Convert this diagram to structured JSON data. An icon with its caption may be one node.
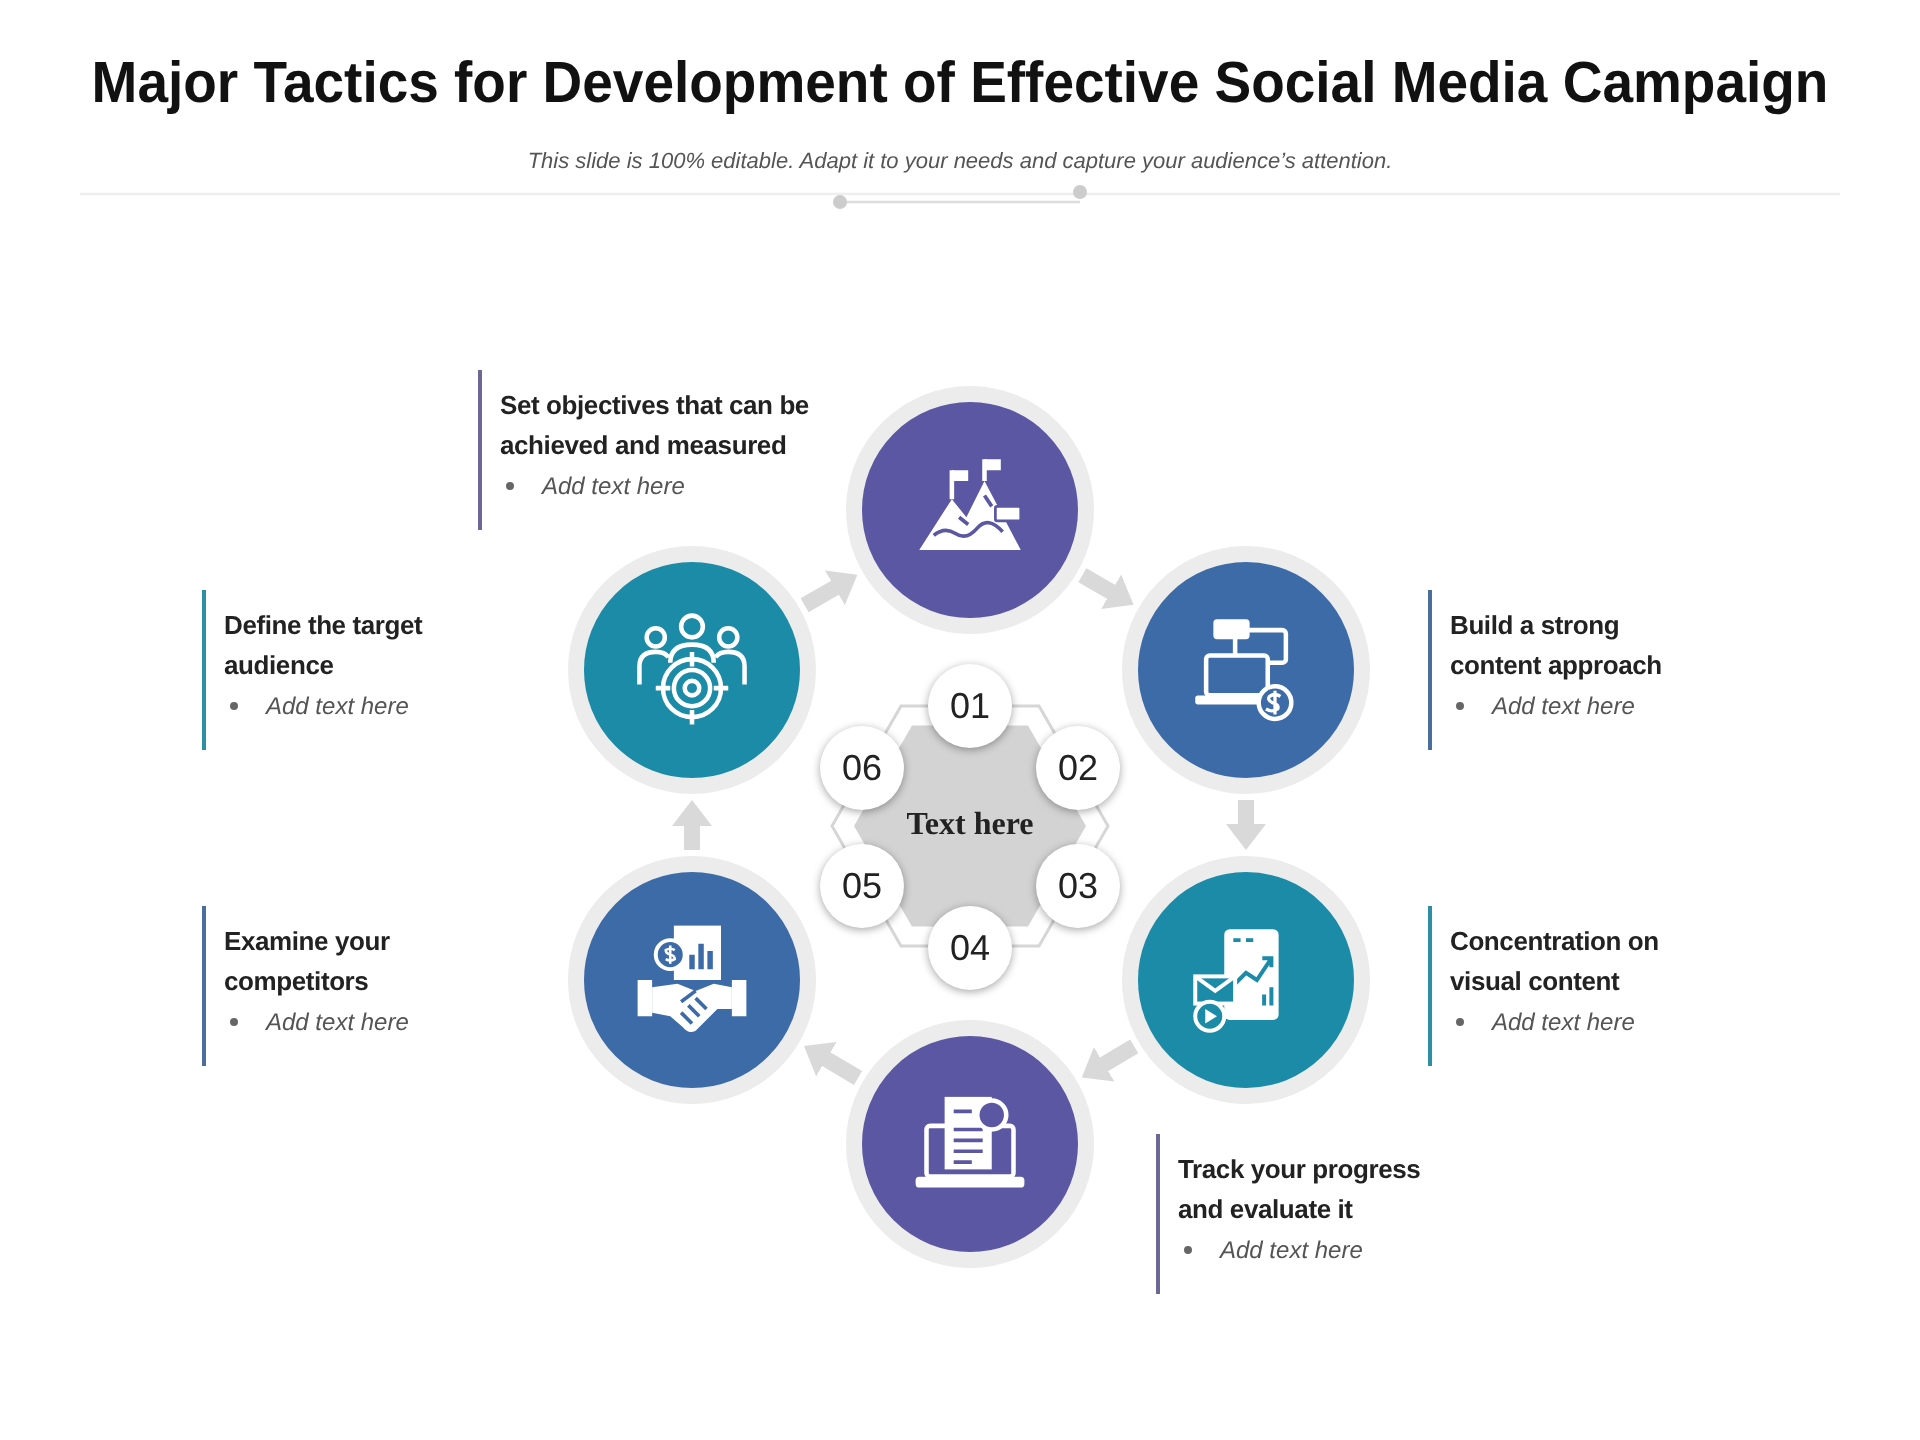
{
  "diagram": {
    "title": "Major Tactics for Development of Effective Social Media Campaign",
    "nodes": [
      {
        "text": [],
        "shape": "circle",
        "beside": [
          "Set objectives that can be achieved and measured",
          "Add text here"
        ]
      },
      {
        "text": [],
        "shape": "circle",
        "beside": [
          "Build a strong content approach",
          "Add text here"
        ]
      },
      {
        "text": [],
        "shape": "circle",
        "beside": [
          "Concentration on visual content",
          "Add text here"
        ]
      },
      {
        "text": [],
        "shape": "circle",
        "beside": [
          "Track your progress and evaluate it",
          "Add text here"
        ]
      },
      {
        "text": [],
        "shape": "circle",
        "beside": [
          "Examine your competitors",
          "Add text here"
        ]
      },
      {
        "text": [],
        "shape": "circle",
        "beside": [
          "Define the target audience",
          "Add text here"
        ]
      },
      {
        "text": [
          "Text here"
        ]
      },
      {
        "text": [
          "01"
        ]
      },
      {
        "text": [
          "02"
        ]
      },
      {
        "text": [
          "03"
        ]
      },
      {
        "text": [
          "04"
        ]
      },
      {
        "text": [
          "05"
        ]
      },
      {
        "text": [
          "06"
        ]
      }
    ],
    "edges": [
      {
        "from": 0,
        "to": 1,
        "arrow": "to"
      },
      {
        "from": 1,
        "to": 2,
        "arrow": "to"
      },
      {
        "from": 2,
        "to": 3,
        "arrow": "to"
      },
      {
        "from": 3,
        "to": 4,
        "arrow": "to"
      },
      {
        "from": 4,
        "to": 5,
        "arrow": "to"
      },
      {
        "from": 5,
        "to": 0,
        "arrow": "to"
      }
    ],
    "labels": [
      "This slide is 100% editable. Adapt it to your needs and capture your audience’s attention."
    ]
  }
}
